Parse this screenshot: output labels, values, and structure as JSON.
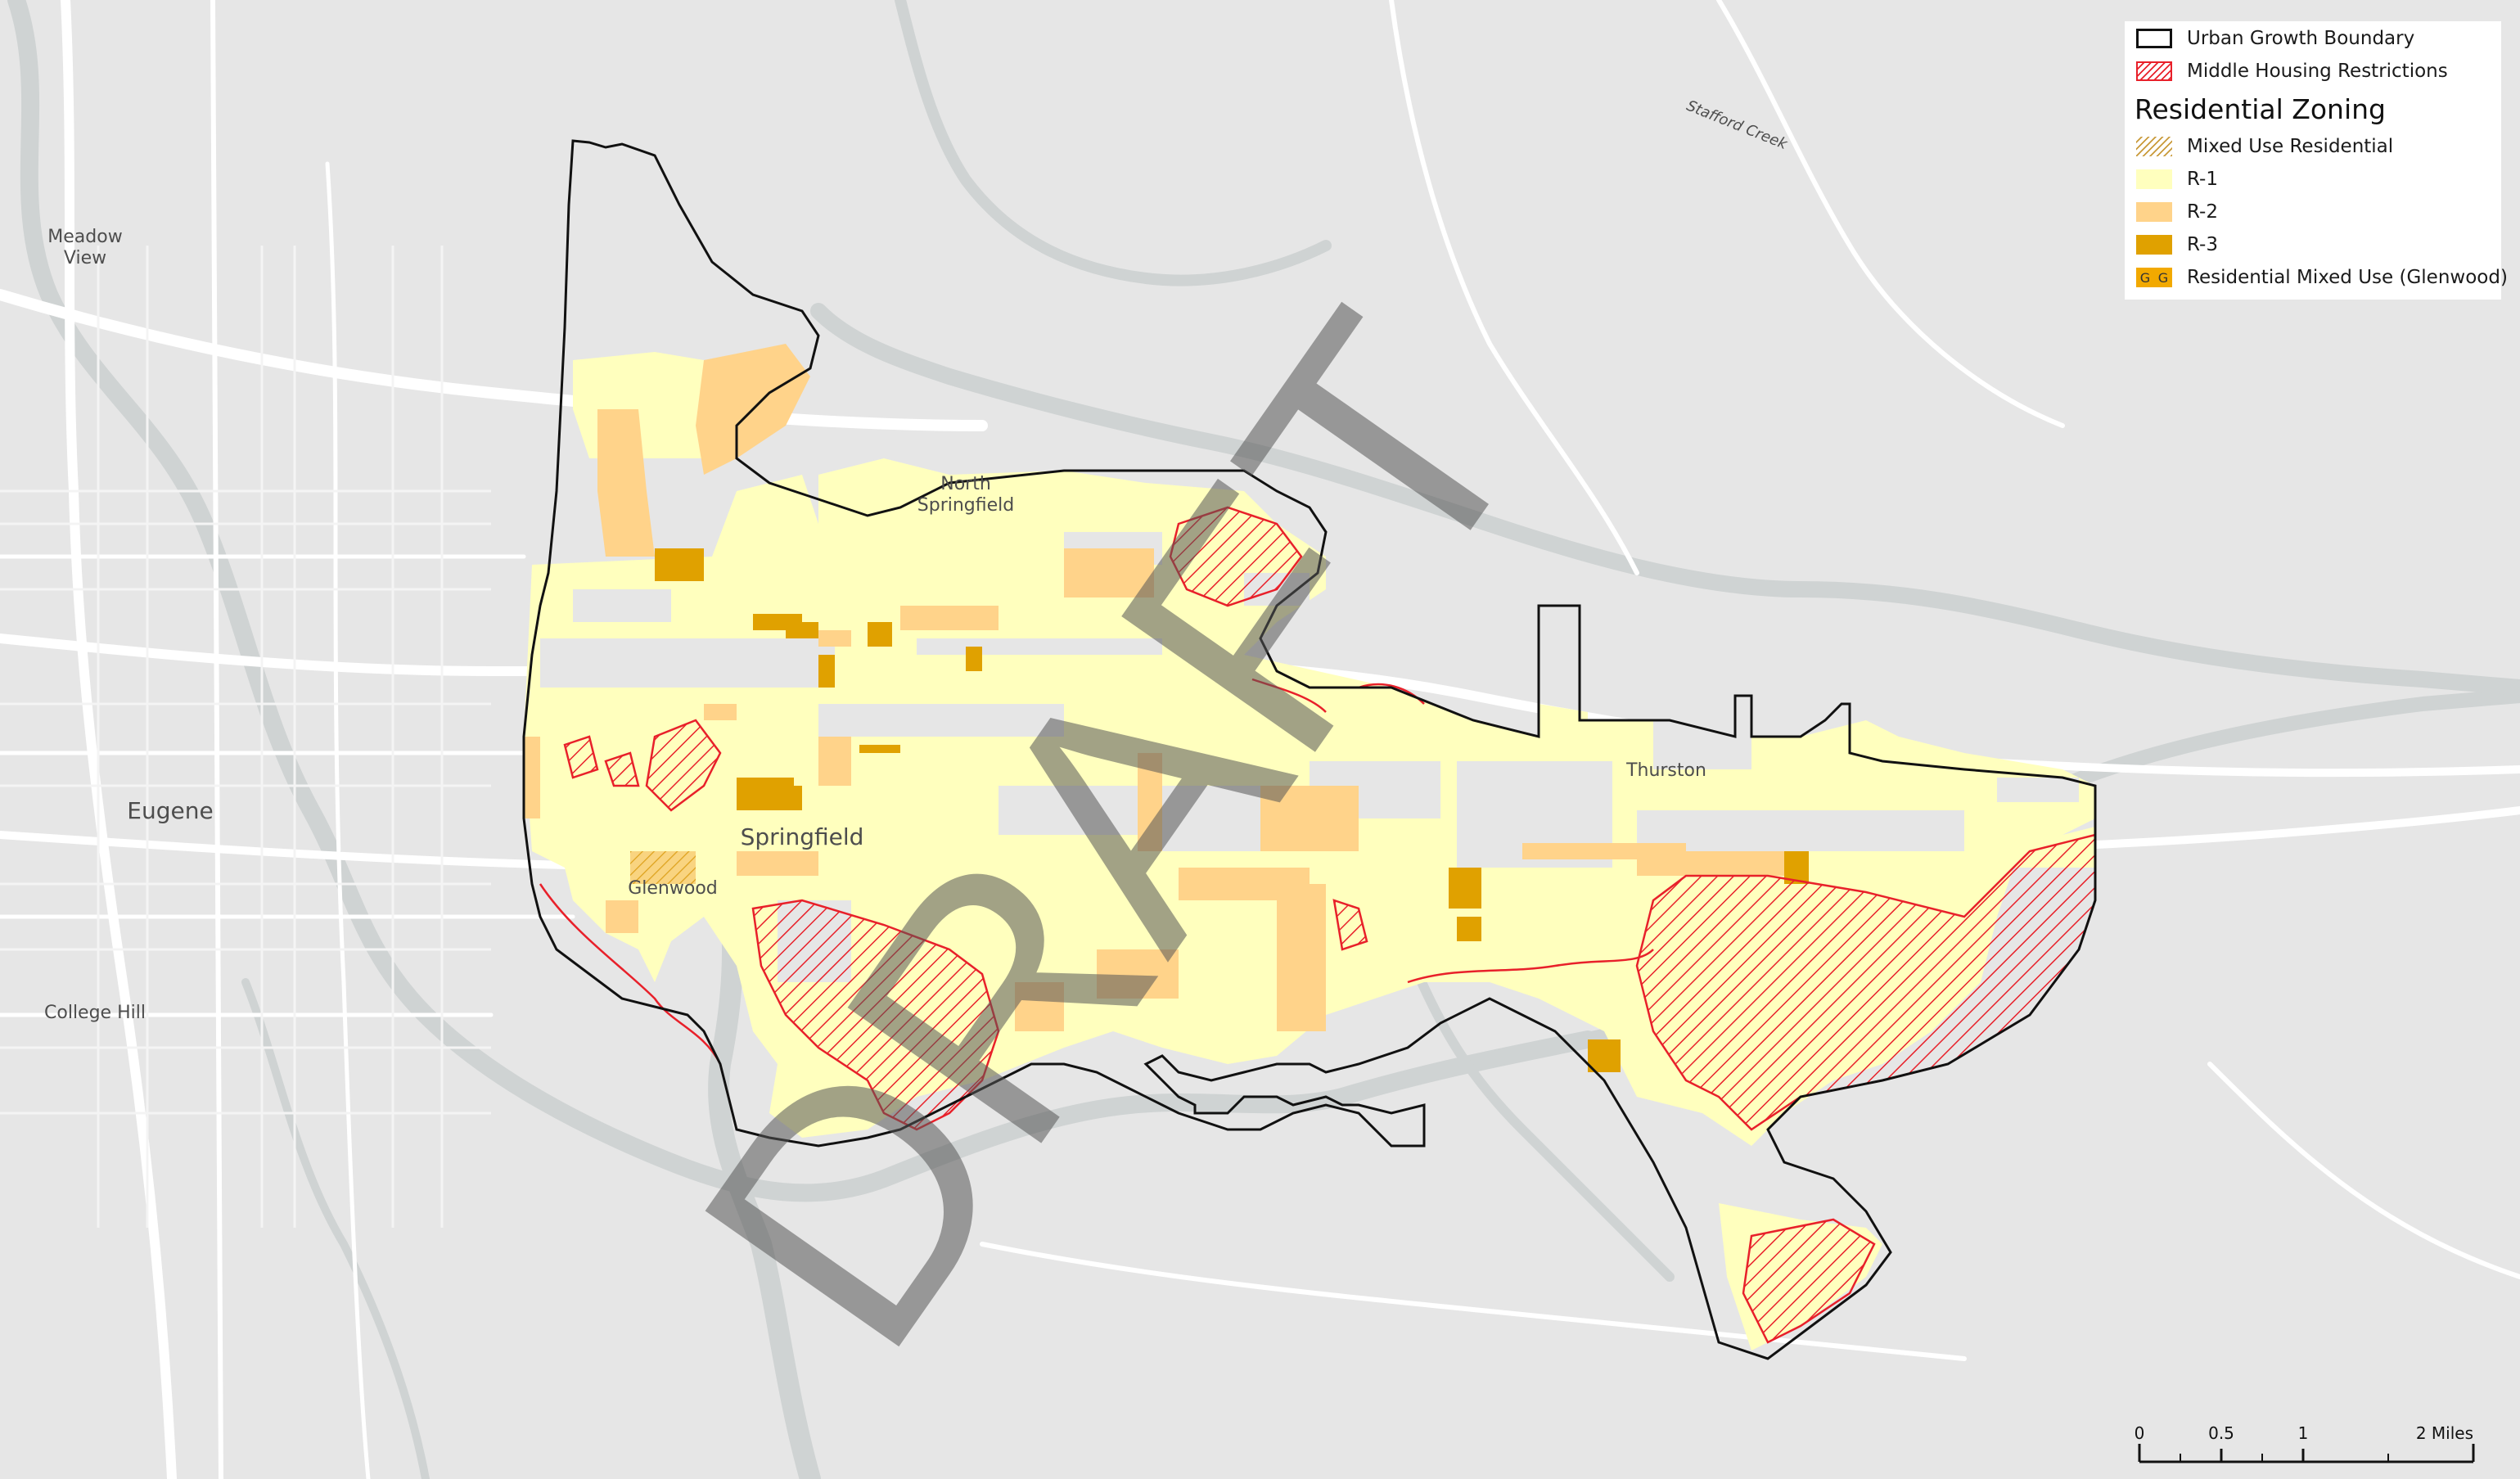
{
  "map": {
    "watermark": "DRAFT",
    "places": {
      "meadow_view_1": "Meadow",
      "meadow_view_2": "View",
      "eugene": "Eugene",
      "college_hill": "College Hill",
      "north_springfield_1": "North",
      "north_springfield_2": "Springfield",
      "springfield": "Springfield",
      "glenwood": "Glenwood",
      "thurston": "Thurston",
      "stafford_creek": "Stafford Creek"
    }
  },
  "legend": {
    "boundary": {
      "label": "Urban Growth Boundary"
    },
    "restrictions": {
      "label": "Middle Housing Restrictions",
      "color": "#e8202a"
    },
    "heading": "Residential Zoning",
    "mixed_use": {
      "label": "Mixed Use Residential",
      "color": "#e0b060"
    },
    "r1": {
      "label": "R-1",
      "color": "#ffffbe"
    },
    "r2": {
      "label": "R-2",
      "color": "#ffd38a"
    },
    "r3": {
      "label": "R-3",
      "color": "#e0a100"
    },
    "glenwood_rmu": {
      "label": "Residential Mixed Use (Glenwood)",
      "color": "#f2a900",
      "glyph": "G"
    }
  },
  "scale_bar": {
    "ticks": [
      "0",
      "0.5",
      "1",
      "2 Miles"
    ]
  }
}
